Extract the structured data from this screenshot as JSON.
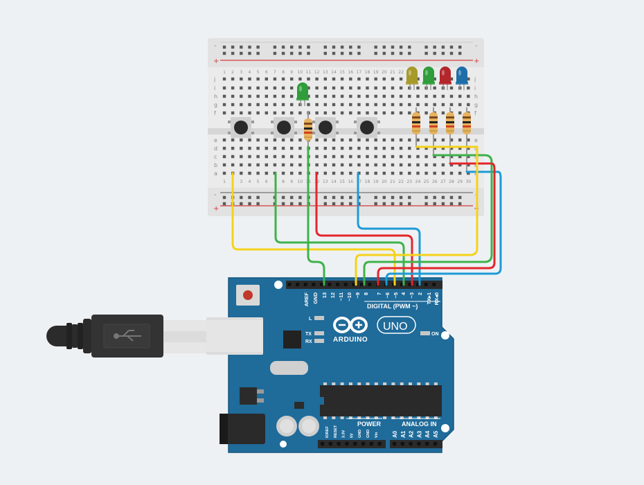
{
  "breadboard": {
    "rail_top_minus": "-",
    "rail_top_plus": "+",
    "rail_bottom_minus": "-",
    "rail_bottom_plus": "+",
    "rows_upper": [
      "j",
      "i",
      "h",
      "g",
      "f"
    ],
    "rows_lower": [
      "e",
      "d",
      "c",
      "b",
      "a"
    ],
    "top_columns": [
      "1",
      "2",
      "3",
      "4",
      "5",
      "6",
      "7",
      "8",
      "9",
      "10",
      "11",
      "12",
      "13",
      "14",
      "15",
      "16",
      "17",
      "18",
      "19",
      "20",
      "21",
      "22"
    ],
    "bottom_columns": [
      "1",
      "2",
      "3",
      "4",
      "5",
      "6",
      "7",
      "8",
      "9",
      "10",
      "11",
      "12",
      "13",
      "14",
      "15",
      "16",
      "17",
      "18",
      "19",
      "20",
      "21",
      "22",
      "23",
      "24",
      "25",
      "26",
      "27",
      "28",
      "29",
      "30"
    ]
  },
  "components": {
    "leds": [
      {
        "color": "#a79a2b"
      },
      {
        "color": "#2e9d3a"
      },
      {
        "color": "#b3262a"
      },
      {
        "color": "#1e6fa8"
      },
      {
        "color": "#2e9d3a"
      }
    ],
    "wire_colors": [
      "#f5d21b",
      "#3db24a",
      "#e2262b",
      "#1e9ad6"
    ]
  },
  "arduino": {
    "brand": "ARDUINO",
    "model": "UNO",
    "digital_pins": [
      "AREF",
      "GND",
      "13",
      "12",
      "~11",
      "~10",
      "~9",
      "8",
      "7",
      "~6",
      "~5",
      "4",
      "~3",
      "2",
      "TX▸1",
      "RX◂0"
    ],
    "digital_label": "DIGITAL (PWM ~)",
    "led_labels": [
      "L",
      "TX",
      "RX"
    ],
    "on_label": "ON",
    "power_label": "POWER",
    "power_pins": [
      "IOREF",
      "RESET",
      "3.3V",
      "5V",
      "GND",
      "GND",
      "Vin"
    ],
    "analog_label": "ANALOG IN",
    "analog_pins": [
      "A0",
      "A1",
      "A2",
      "A3",
      "A4",
      "A5"
    ]
  }
}
